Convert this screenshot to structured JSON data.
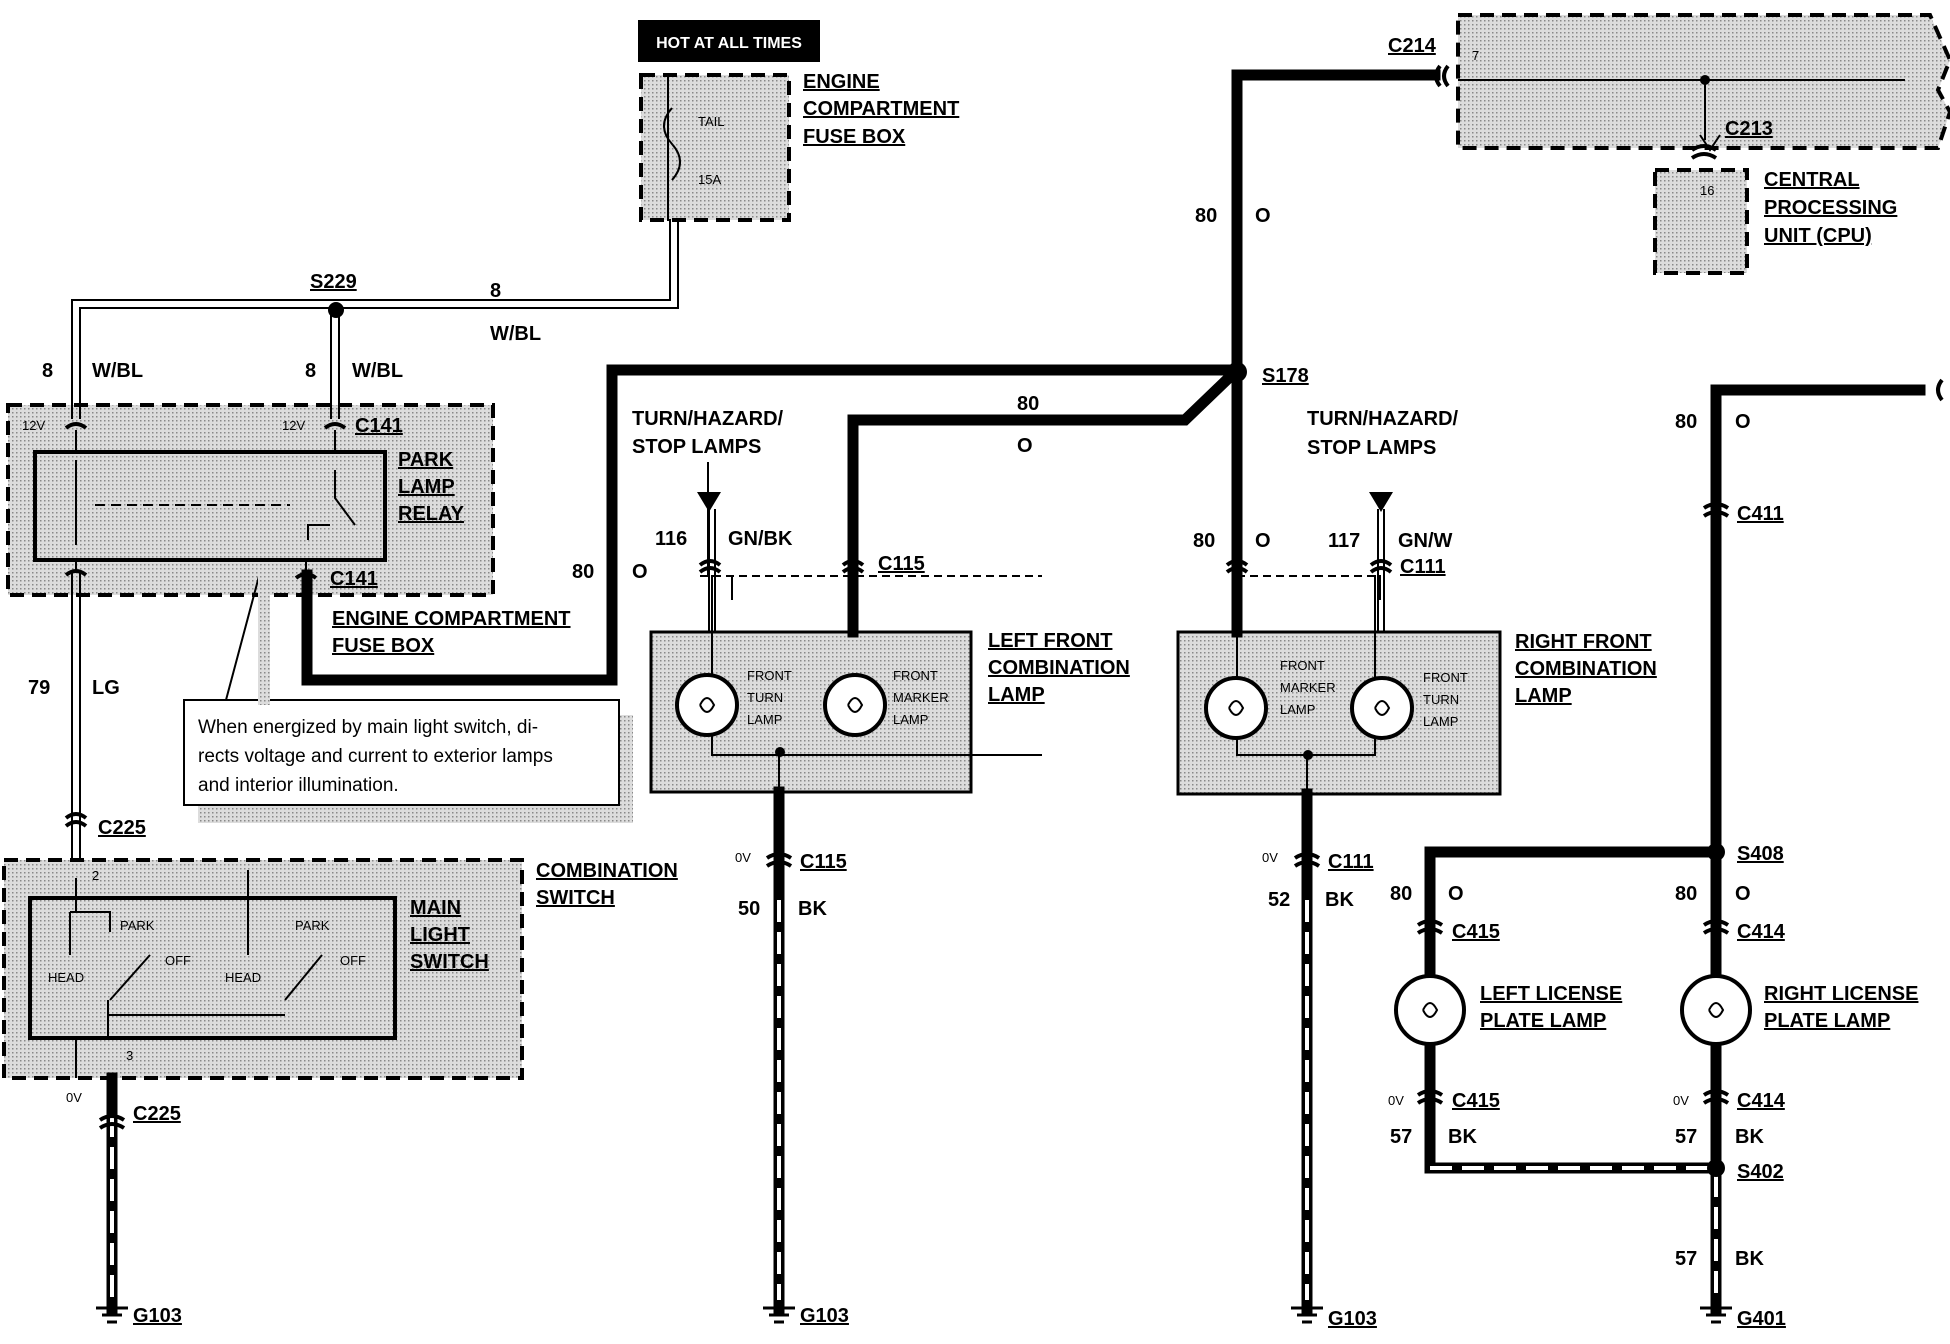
{
  "header": {
    "hot": "HOT AT ALL TIMES"
  },
  "fuse_box_top": {
    "l1": "ENGINE",
    "l2": "COMPARTMENT",
    "l3": "FUSE BOX",
    "fuse_name": "TAIL",
    "fuse_rating": "15A"
  },
  "splices": {
    "s229": "S229",
    "s178": "S178",
    "s408": "S408",
    "s402": "S402"
  },
  "connectors": {
    "c214": "C214",
    "c213": "C213",
    "c141a": "C141",
    "c141b": "C141",
    "c225a": "C225",
    "c225b": "C225",
    "c115a": "C115",
    "c115b": "C115",
    "c111a": "C111",
    "c111b": "C111",
    "c411": "C411",
    "c415a": "C415",
    "c415b": "C415",
    "c414a": "C414",
    "c414b": "C414"
  },
  "pins": {
    "p7": "7",
    "p16": "16",
    "p2": "2",
    "p3": "3",
    "v12a": "12V",
    "v12b": "12V"
  },
  "cpu": {
    "l1": "CENTRAL",
    "l2": "PROCESSING",
    "l3": "UNIT (CPU)"
  },
  "wires": {
    "w8": "8",
    "wbl": "W/BL",
    "w8a": "8",
    "wbla": "W/BL",
    "w8b": "8",
    "wblb": "W/BL",
    "w80o_top": "80",
    "o_top": "O",
    "w80_mid": "80",
    "o_mid": "O",
    "w80_relay": "80",
    "o_relay": "O",
    "w79": "79",
    "lg": "LG",
    "w116": "116",
    "gnbk": "GN/BK",
    "w80_rf": "80",
    "o_rf": "O",
    "w117": "117",
    "gnw": "GN/W",
    "w80_r": "80",
    "o_r": "O",
    "w50": "50",
    "bk50": "BK",
    "w52": "52",
    "bk52": "BK",
    "w80_ll": "80",
    "o_ll": "O",
    "w80_rl": "80",
    "o_rl": "O",
    "w57a": "57",
    "bk57a": "BK",
    "w57b": "57",
    "bk57b": "BK",
    "w57c": "57",
    "bk57c": "BK"
  },
  "volts": {
    "v1": "0V",
    "v2": "0V",
    "v3": "0V",
    "v4": "0V",
    "v5": "0V"
  },
  "relay": {
    "l1": "PARK",
    "l2": "LAMP",
    "l3": "RELAY"
  },
  "fuse_box_bottom": {
    "l1": "ENGINE COMPARTMENT",
    "l2": "FUSE BOX"
  },
  "note": {
    "l1": "When energized by main light switch, di-",
    "l2": "rects voltage and current to exterior lamps",
    "l3": "and interior  illumination."
  },
  "turn_left": {
    "l1": "TURN/HAZARD/",
    "l2": "STOP LAMPS"
  },
  "turn_right": {
    "l1": "TURN/HAZARD/",
    "l2": "STOP LAMPS"
  },
  "lf_lamp": {
    "l1": "LEFT FRONT",
    "l2": "COMBINATION",
    "l3": "LAMP",
    "turn1": "FRONT",
    "turn2": "TURN",
    "turn3": "LAMP",
    "mark1": "FRONT",
    "mark2": "MARKER",
    "mark3": "LAMP"
  },
  "rf_lamp": {
    "l1": "RIGHT FRONT",
    "l2": "COMBINATION",
    "l3": "LAMP",
    "mark1": "FRONT",
    "mark2": "MARKER",
    "mark3": "LAMP",
    "turn1": "FRONT",
    "turn2": "TURN",
    "turn3": "LAMP"
  },
  "combo_switch": {
    "l1": "COMBINATION",
    "l2": "SWITCH",
    "m1": "MAIN",
    "m2": "LIGHT",
    "m3": "SWITCH",
    "park1": "PARK",
    "park2": "PARK",
    "head1": "HEAD",
    "head2": "HEAD",
    "off1": "OFF",
    "off2": "OFF"
  },
  "license_left": {
    "l1": "LEFT LICENSE",
    "l2": "PLATE LAMP"
  },
  "license_right": {
    "l1": "RIGHT LICENSE",
    "l2": "PLATE LAMP"
  },
  "grounds": {
    "g1": "G103",
    "g2": "G103",
    "g3": "G103",
    "g4": "G401"
  }
}
